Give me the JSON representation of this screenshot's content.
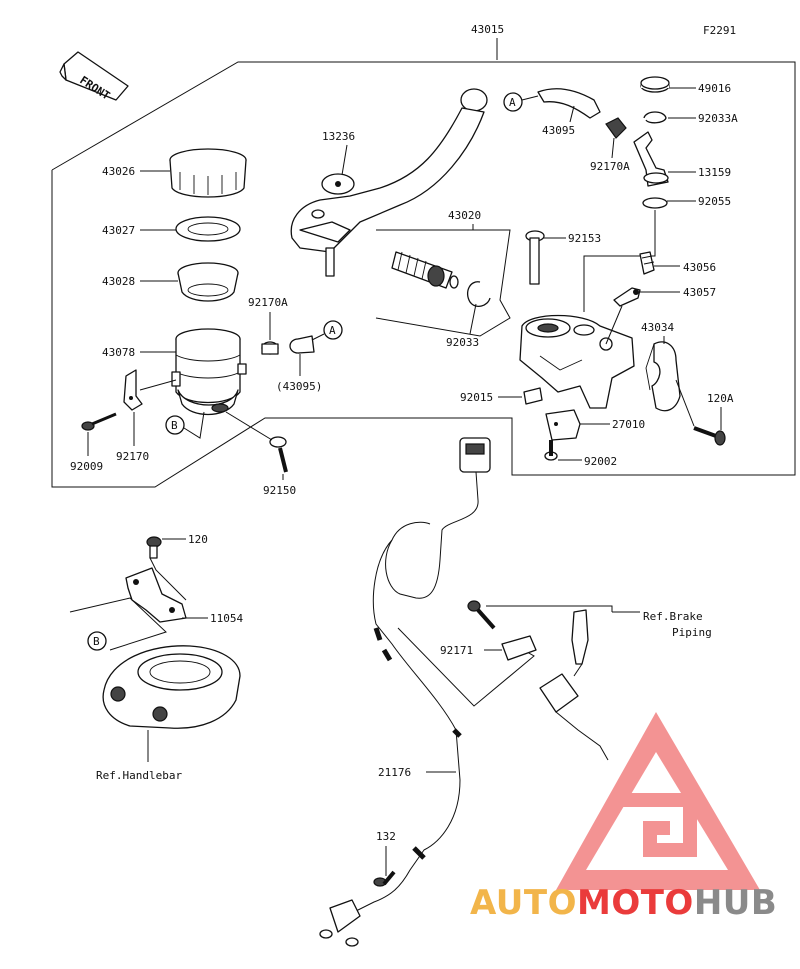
{
  "diagram": {
    "figure_code": "F2291",
    "assembly_number": "43015",
    "front_label": "FRONT",
    "callouts": {
      "p13236": "13236",
      "p43026": "43026",
      "p43027": "43027",
      "p43028": "43028",
      "p92170A_left": "92170A",
      "p43078": "43078",
      "p43095_paren": "(43095)",
      "p92009": "92009",
      "p92170": "92170",
      "p92150": "92150",
      "p43020": "43020",
      "p92153": "92153",
      "p92033": "92033",
      "p92015": "92015",
      "p43095": "43095",
      "p92170A_right": "92170A",
      "p49016": "49016",
      "p92033A": "92033A",
      "p13159": "13159",
      "p92055": "92055",
      "p43056": "43056",
      "p43057": "43057",
      "p43034": "43034",
      "p120A": "120A",
      "p27010": "27010",
      "p92002": "92002",
      "p120": "120",
      "p11054": "11054",
      "p92171": "92171",
      "p21176": "21176",
      "p132": "132"
    },
    "refs": {
      "handlebar": "Ref.Handlebar",
      "brake_line1": "Ref.Brake",
      "brake_line2": "Piping"
    },
    "markers": {
      "a": "A",
      "b": "B"
    }
  },
  "watermark": {
    "part1": "AUTO",
    "part2": "MOTO",
    "part3": "HUB",
    "color_gold": "#f2b54a",
    "color_red": "#ea3b3b",
    "color_grey": "#8a8a8a"
  }
}
